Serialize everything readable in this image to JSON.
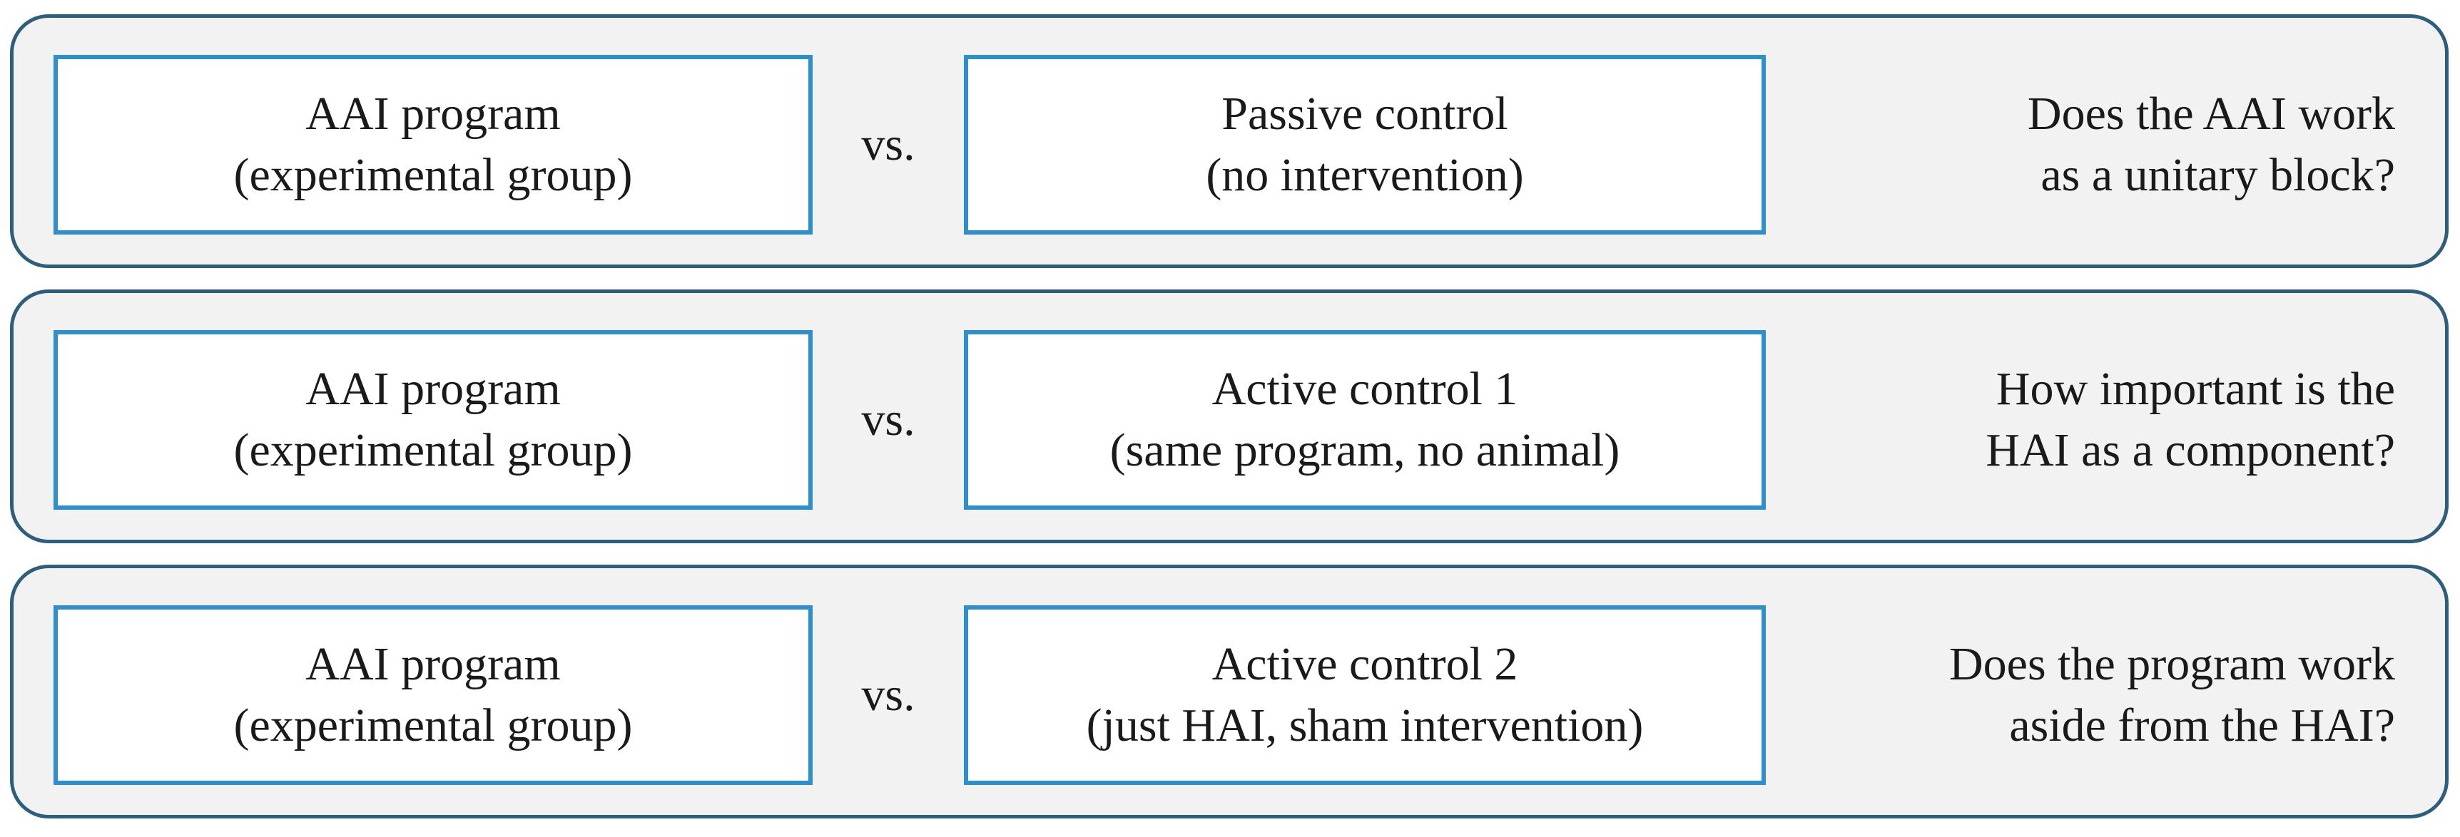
{
  "rows": [
    {
      "left": {
        "line1": "AAI program",
        "line2": "(experimental group)"
      },
      "vs": "vs.",
      "right": {
        "line1": "Passive control",
        "line2": "(no intervention)"
      },
      "question": {
        "line1": "Does the AAI work",
        "line2": "as a unitary block?"
      }
    },
    {
      "left": {
        "line1": "AAI program",
        "line2": "(experimental group)"
      },
      "vs": "vs.",
      "right": {
        "line1": "Active control 1",
        "line2": "(same program, no animal)"
      },
      "question": {
        "line1": "How important is the",
        "line2": "HAI as a component?"
      }
    },
    {
      "left": {
        "line1": "AAI program",
        "line2": "(experimental group)"
      },
      "vs": "vs.",
      "right": {
        "line1": "Active control 2",
        "line2": "(just HAI, sham intervention)"
      },
      "question": {
        "line1": "Does the program work",
        "line2": "aside from the HAI?"
      }
    }
  ],
  "colors": {
    "row_background": "#f2f2f2",
    "row_border": "#2f5d7c",
    "box_border": "#2e8fcc"
  }
}
